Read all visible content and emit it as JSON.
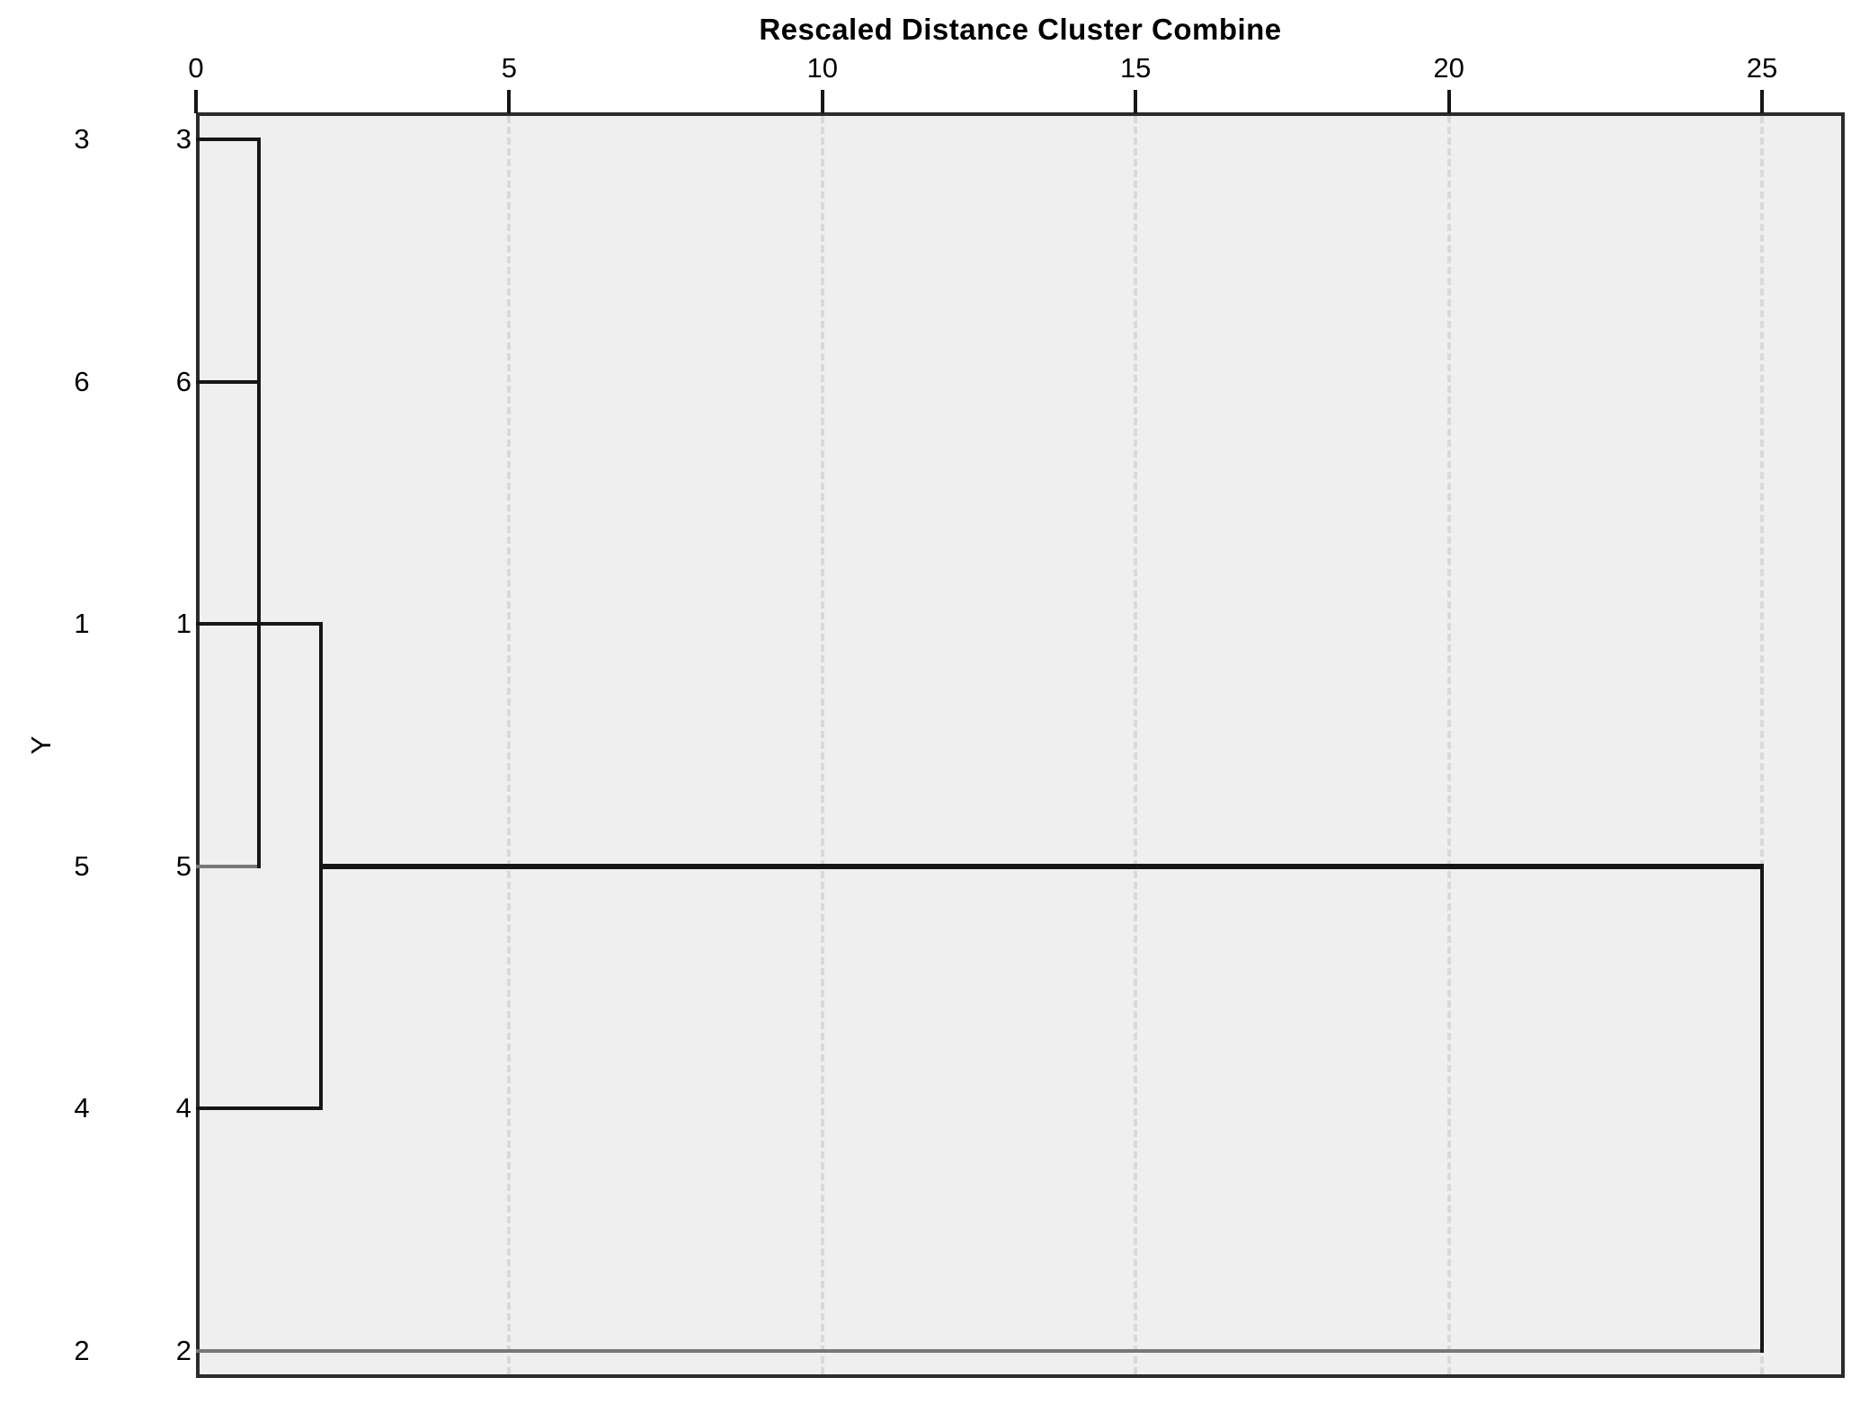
{
  "title": "Rescaled Distance Cluster Combine",
  "axis": {
    "y_label": "Y",
    "tick_labels": [
      "0",
      "5",
      "10",
      "15",
      "20",
      "25"
    ]
  },
  "colors": {
    "page_background": "#ffffff",
    "plot_background": "#efefef",
    "plot_border": "#2b2b2b",
    "gridline": "#d9d9d9",
    "line_dark": "#161616",
    "line_gray": "#777777",
    "text": "#000000"
  },
  "chart_data": {
    "type": "dendrogram",
    "title": "Rescaled Distance Cluster Combine",
    "xlabel": "Rescaled Distance Cluster Combine",
    "ylabel": "Y",
    "xlim": [
      0,
      25
    ],
    "x_ticks": [
      0,
      5,
      10,
      15,
      20,
      25
    ],
    "grid": "vertical-dashed-at-ticks",
    "legend": "none",
    "leaves_top_to_bottom": [
      "3",
      "6",
      "1",
      "5",
      "4",
      "2"
    ],
    "merges": [
      {
        "join": [
          "3",
          "6"
        ],
        "rescaled_distance": 1
      },
      {
        "join": [
          "3+6",
          "5"
        ],
        "rescaled_distance": 1
      },
      {
        "join": [
          "3+6+5",
          "1"
        ],
        "rescaled_distance": 2
      },
      {
        "join": [
          "3+6+5+1",
          "4"
        ],
        "rescaled_distance": 2
      },
      {
        "join": [
          "3+6+5+1+4",
          "2"
        ],
        "rescaled_distance": 25
      }
    ],
    "segments": [
      {
        "orient": "h",
        "row": 0,
        "from": 0,
        "to": 1,
        "shade": "black"
      },
      {
        "orient": "h",
        "row": 1,
        "from": 0,
        "to": 1,
        "shade": "black"
      },
      {
        "orient": "h",
        "row": 2,
        "from": 0,
        "to": 2,
        "shade": "black"
      },
      {
        "orient": "h",
        "row": 3,
        "from": 0,
        "to": 1,
        "shade": "gray"
      },
      {
        "orient": "h",
        "row": 3,
        "from": 2,
        "to": 25,
        "shade": "black",
        "thick": true
      },
      {
        "orient": "h",
        "row": 4,
        "from": 0,
        "to": 2,
        "shade": "black"
      },
      {
        "orient": "h",
        "row": 5,
        "from": 0,
        "to": 25,
        "shade": "gray"
      },
      {
        "orient": "v",
        "x": 1,
        "fromRow": 0,
        "toRow": 3,
        "shade": "black"
      },
      {
        "orient": "v",
        "x": 2,
        "fromRow": 2,
        "toRow": 4,
        "shade": "black"
      },
      {
        "orient": "v",
        "x": 25,
        "fromRow": 3,
        "toRow": 5,
        "shade": "black"
      }
    ]
  }
}
